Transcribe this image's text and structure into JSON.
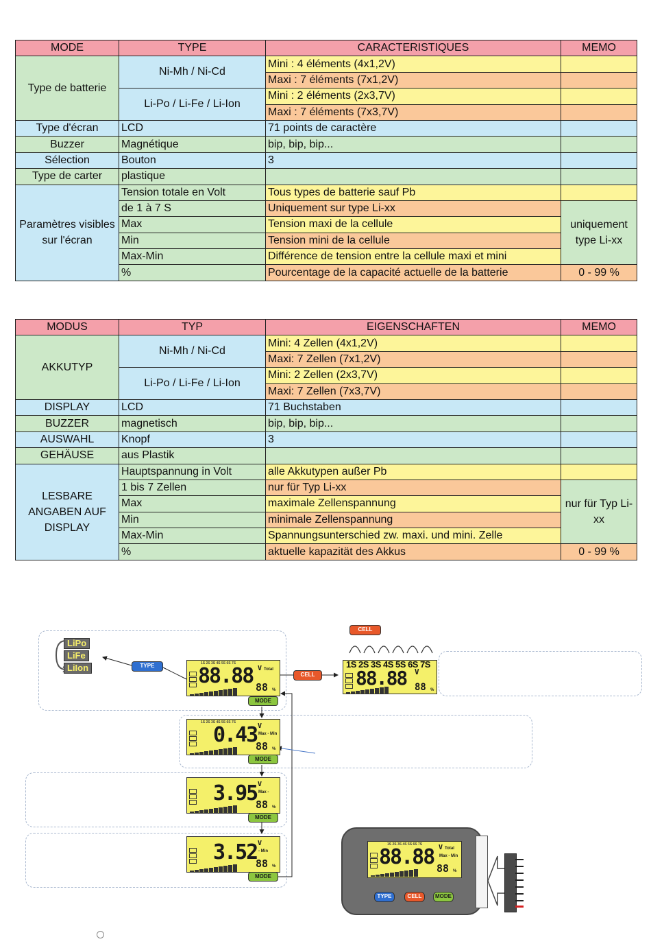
{
  "table_fr": {
    "headers": [
      "MODE",
      "TYPE",
      "CARACTERISTIQUES",
      "MEMO"
    ],
    "battery": {
      "mode": "Type de batterie",
      "nimh_type": "Ni-Mh / Ni-Cd",
      "nimh_min": "Mini : 4 éléments (4x1,2V)",
      "nimh_max": "Maxi : 7 éléments (7x1,2V)",
      "lipo_type": "Li-Po / Li-Fe / Li-Ion",
      "lipo_min": "Mini : 2 éléments (2x3,7V)",
      "lipo_max": "Maxi : 7 éléments (7x3,7V)"
    },
    "rows": [
      {
        "mode": "Type d'écran",
        "type": "LCD",
        "carac": "71 points de caractère"
      },
      {
        "mode": "Buzzer",
        "type": "Magnétique",
        "carac": "bip, bip, bip..."
      },
      {
        "mode": "Sélection",
        "type": "Bouton",
        "carac": "3"
      },
      {
        "mode": "Type de carter",
        "type": "plastique",
        "carac": ""
      }
    ],
    "params": {
      "mode": "Paramètres visibles sur l'écran",
      "items": [
        {
          "type": "Tension totale en Volt",
          "carac": "Tous types de batterie sauf Pb"
        },
        {
          "type": "de 1 à 7 S",
          "carac": "Uniquement sur type Li-xx"
        },
        {
          "type": "Max",
          "carac": "Tension maxi de la cellule"
        },
        {
          "type": "Min",
          "carac": "Tension mini de la cellule"
        },
        {
          "type": "Max-Min",
          "carac": "Différence de tension entre la cellule maxi et mini"
        },
        {
          "type": "%",
          "carac": "Pourcentage de la capacité actuelle de la batterie"
        }
      ],
      "memo_li": "uniquement type Li-xx",
      "memo_pct": "0 - 99 %"
    }
  },
  "table_de": {
    "headers": [
      "MODUS",
      "TYP",
      "EIGENSCHAFTEN",
      "MEMO"
    ],
    "battery": {
      "mode": "AKKUTYP",
      "nimh_type": "Ni-Mh / Ni-Cd",
      "nimh_min": "Mini: 4 Zellen (4x1,2V)",
      "nimh_max": "Maxi: 7 Zellen (7x1,2V)",
      "lipo_type": "Li-Po / Li-Fe / Li-Ion",
      "lipo_min": "Mini: 2 Zellen (2x3,7V)",
      "lipo_max": "Maxi: 7 Zellen (7x3,7V)"
    },
    "rows": [
      {
        "mode": "DISPLAY",
        "type": "LCD",
        "carac": "71 Buchstaben"
      },
      {
        "mode": "BUZZER",
        "type": "magnetisch",
        "carac": "bip, bip, bip..."
      },
      {
        "mode": "AUSWAHL",
        "type": "Knopf",
        "carac": "3"
      },
      {
        "mode": "GEHÄUSE",
        "type": "aus Plastik",
        "carac": ""
      }
    ],
    "params": {
      "mode": "LESBARE ANGABEN AUF DISPLAY",
      "items": [
        {
          "type": "Hauptspannung in Volt",
          "carac": "alle Akkutypen außer Pb"
        },
        {
          "type": "1 bis 7 Zellen",
          "carac": "nur für Typ Li-xx"
        },
        {
          "type": "Max",
          "carac": "maximale Zellenspannung"
        },
        {
          "type": "Min",
          "carac": "minimale Zellenspannung"
        },
        {
          "type": "Max-Min",
          "carac": "Spannungsunterschied zw. maxi. und mini. Zelle"
        },
        {
          "type": "%",
          "carac": "aktuelle kapazität des Akkus"
        }
      ],
      "memo_li": "nur für Typ Li-xx",
      "memo_pct": "0 - 99 %"
    }
  },
  "diagram": {
    "chemistries": [
      "LiPo",
      "LiFe",
      "LiIon"
    ],
    "buttons": {
      "type": "TYPE",
      "cell": "CELL",
      "mode": "MODE"
    },
    "cell_sequence": "1S 2S 3S 4S 5S 6S 7S",
    "cell_header": "1S 2S 3S 4S 5S 6S 7S",
    "screens": [
      {
        "value": "88.88",
        "unit": "V",
        "label": "Total",
        "pct": "88",
        "pct_sign": "%"
      },
      {
        "value": "0.43",
        "unit": "V",
        "label": "Max - Min",
        "pct": "88",
        "pct_sign": "%"
      },
      {
        "value": "3.95",
        "unit": "V",
        "label": "Max -",
        "pct": "88",
        "pct_sign": "%"
      },
      {
        "value": "3.52",
        "unit": "V",
        "label": "- Min",
        "pct": "88",
        "pct_sign": "%"
      }
    ],
    "cell_screen": {
      "value": "88.88",
      "unit": "V",
      "pct": "88",
      "pct_sign": "%"
    },
    "device_screen": {
      "value": "88.88",
      "unit": "V",
      "label1": "Total",
      "label2": "Max - Min",
      "pct": "88",
      "pct_sign": "%"
    }
  }
}
